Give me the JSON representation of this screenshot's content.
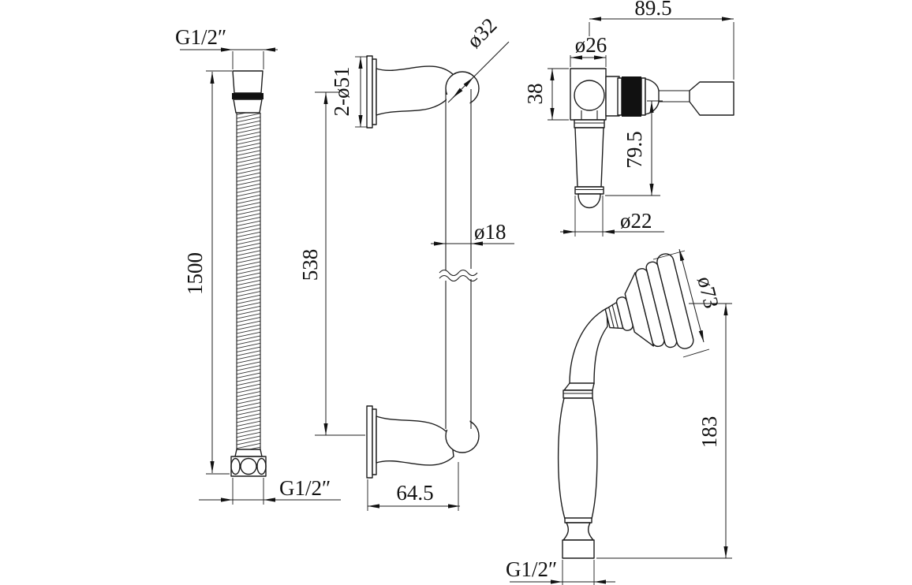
{
  "drawing": {
    "type": "technical-dimension-drawing",
    "subject": "shower slide-rail kit: hose, riser bar, slider bracket, handset",
    "line_color": "#1c1c1c",
    "background": "#ffffff"
  },
  "hose": {
    "top_thread": "G1/2″",
    "length": "1500",
    "bottom_thread": "G1/2″"
  },
  "slide_bar": {
    "flange_dia": "2-ø51",
    "ball_dia": "ø32",
    "bar_dia": "ø18",
    "length": "538",
    "wall_offset": "64.5"
  },
  "bracket": {
    "overall_width": "89.5",
    "body_dia": "ø26",
    "body_height": "38",
    "drop_height": "79.5",
    "cone_dia": "ø22"
  },
  "handset": {
    "head_dia": "ø73",
    "length": "183",
    "thread": "G1/2″"
  }
}
